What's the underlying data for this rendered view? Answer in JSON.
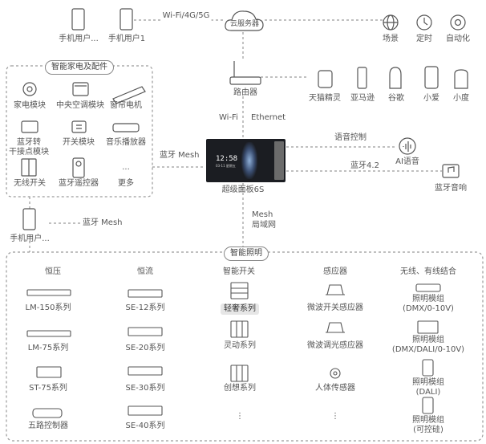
{
  "top": {
    "users": [
      "手机用户...",
      "手机用户1"
    ],
    "network_label": "Wi-Fi/4G/5G",
    "cloud_label": "云服务器",
    "features": [
      "场景",
      "定时",
      "自动化"
    ]
  },
  "router_label": "路由器",
  "speakers": [
    "天猫精灵",
    "亚马逊",
    "谷歌",
    "小爱",
    "小度"
  ],
  "link_wifi": "Wi-Fi",
  "link_ethernet": "Ethernet",
  "voice_control": "语音控制",
  "ai_voice": "AI语音",
  "bt42": "蓝牙4.2",
  "bt_speaker": "蓝牙音响",
  "smart_home": {
    "title": "智能家电及配件",
    "items": [
      "家电模块",
      "中央空调模块",
      "窗帘电机",
      "蓝牙转\n干接点模块",
      "开关模块",
      "音乐播放器",
      "无线开关",
      "蓝牙遥控器",
      "更多"
    ],
    "ellipsis": "..."
  },
  "bt_mesh_left": "蓝牙 Mesh",
  "panel": {
    "label": "超级面板6S",
    "time": "12:58",
    "date": "03-11 星期五"
  },
  "bt_mesh_bottom": "蓝牙 Mesh",
  "phone_bottom": "手机用户...",
  "mesh_lan": [
    "Mesh",
    "局域网"
  ],
  "lighting": {
    "title": "智能照明",
    "columns": [
      "恒压",
      "恒流",
      "智能开关",
      "感应器",
      "无线、有线结合"
    ],
    "constant_voltage": [
      "LM-150系列",
      "LM-75系列",
      "ST-75系列",
      "五路控制器"
    ],
    "constant_current": [
      "SE-12系列",
      "SE-20系列",
      "SE-30系列",
      "SE-40系列"
    ],
    "smart_switch": [
      "轻奢系列",
      "灵动系列",
      "创想系列"
    ],
    "sensors": [
      "微波开关感应器",
      "微波调光感应器",
      "人体传感器"
    ],
    "combined": [
      "照明模组\n(DMX/0-10V)",
      "照明模组\n(DMX/DALI/0-10V)",
      "照明模组\n(DALI)",
      "照明模组\n(可控硅)"
    ],
    "dots": "⋮"
  }
}
